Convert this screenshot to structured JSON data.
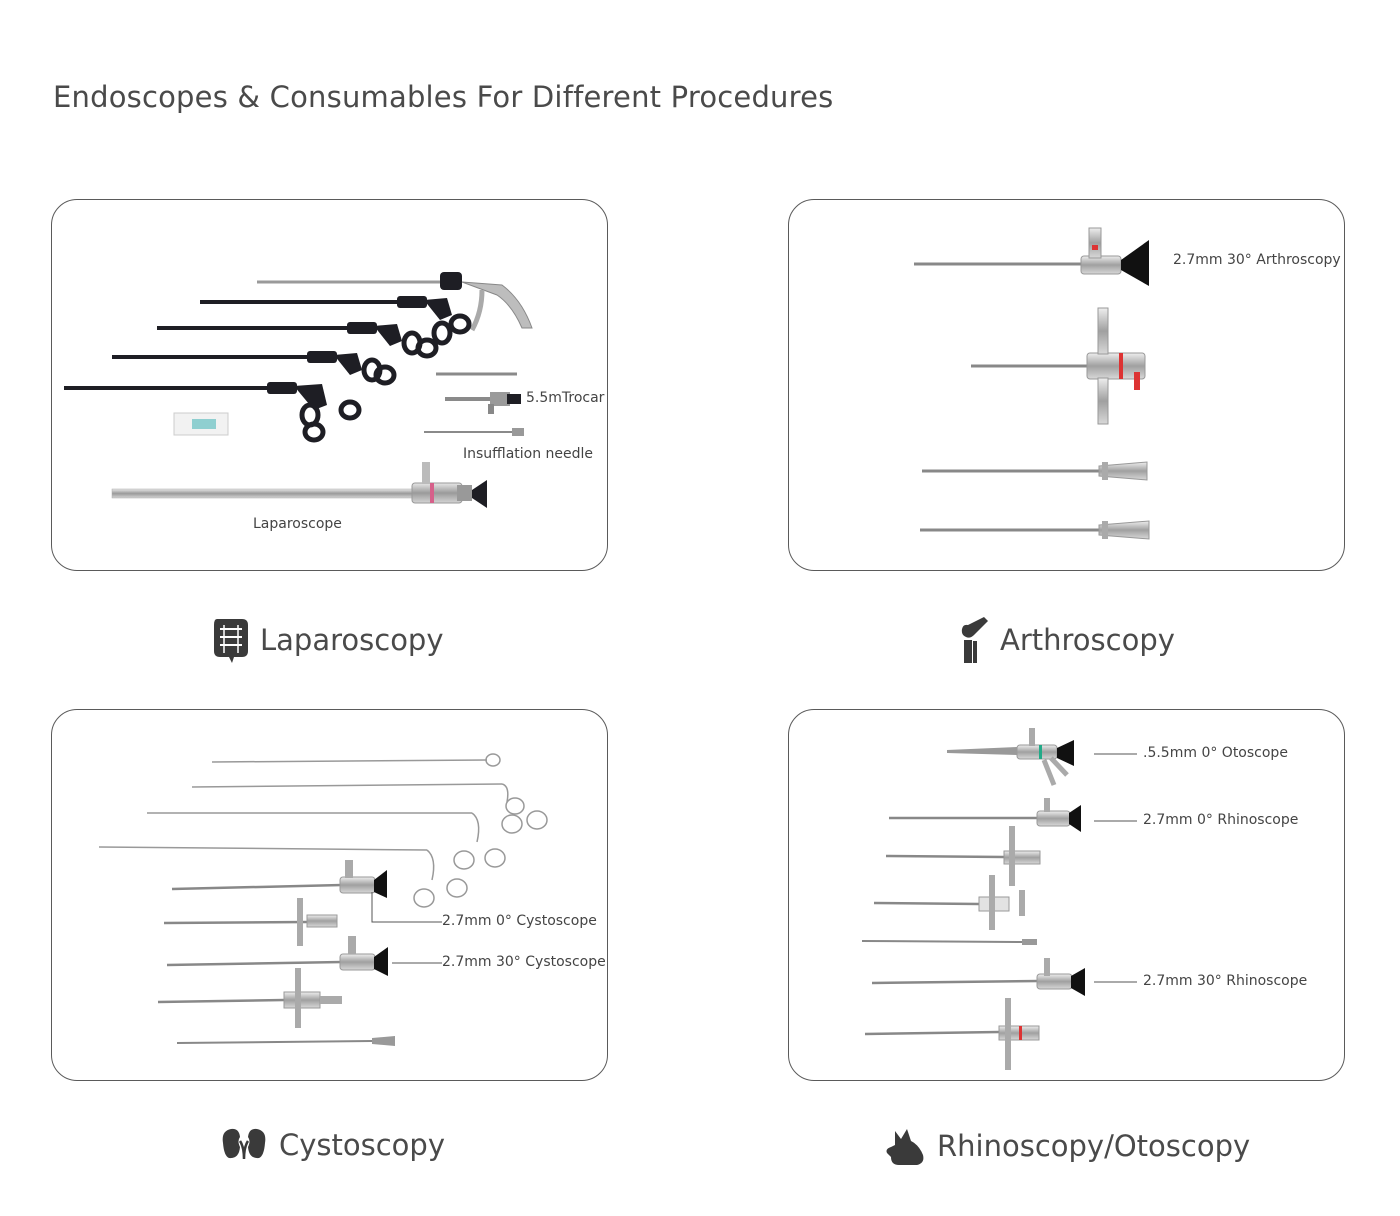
{
  "page": {
    "title": "Endoscopes & Consumables For Different Procedures"
  },
  "cards": {
    "laparoscopy": {
      "labels": {
        "trocar": "5.5mTrocar",
        "needle": "Insufflation needle",
        "scope": "Laparoscope"
      },
      "category": "Laparoscopy",
      "icon": "intestine-icon"
    },
    "arthroscopy": {
      "labels": {
        "scope": "2.7mm 30° Arthroscopy"
      },
      "category": "Arthroscopy",
      "icon": "knee-joint-icon"
    },
    "cystoscopy": {
      "labels": {
        "scope0": "2.7mm 0° Cystoscope",
        "scope30": "2.7mm 30° Cystoscope"
      },
      "category": "Cystoscopy",
      "icon": "kidney-icon"
    },
    "rhinoscopy": {
      "labels": {
        "oto": ".5.5mm 0° Otoscope",
        "rhino0": "2.7mm 0° Rhinoscope",
        "rhino30": "2.7mm 30° Rhinoscope"
      },
      "category": "Rhinoscopy/Otoscopy",
      "icon": "dog-head-icon"
    }
  },
  "colors": {
    "border": "#5a5a5a",
    "text": "#4a4a4a",
    "instrument_dark": "#1e1e24",
    "steel": "#9a9a9a"
  }
}
